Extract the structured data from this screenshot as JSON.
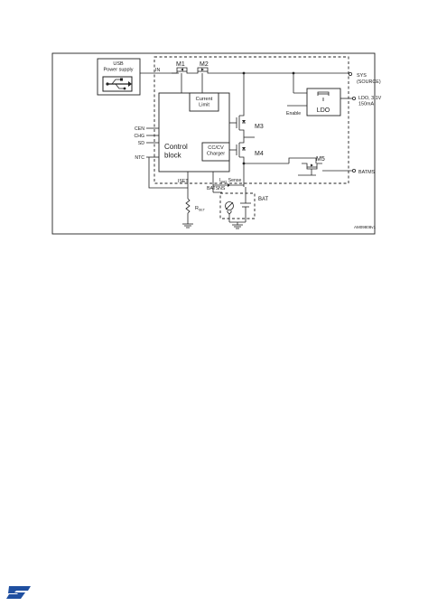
{
  "diagram": {
    "usb_supply": "USB\nPower supply",
    "in": "IN",
    "m1": "M1",
    "m2": "M2",
    "current_limit": "Current\nLimit",
    "control_block": "Control\nblock",
    "charger": "CC/CV\nCharger",
    "cen": "CEN",
    "chg": "CHG",
    "sd": "SD",
    "ntc": "NTC",
    "iset": "ISET",
    "batsns": "BATSNS",
    "ibat_sense": "I",
    "ibat_sub": "BAT",
    "sense_word": " Sense",
    "m3": "M3",
    "m4": "M4",
    "m5": "M5",
    "enable": "Enable",
    "ldo": "LDO",
    "sys": "SYS",
    "source": "(SOURCE)",
    "ldo_out": "LDO, 3.1V\n150mA",
    "batms": "BATMS",
    "bat": "BAT",
    "rset": "R",
    "rset_sub": "SET",
    "code": "AM09808v1"
  },
  "logo": {
    "text": "ST",
    "color": "#1f4fa0"
  }
}
